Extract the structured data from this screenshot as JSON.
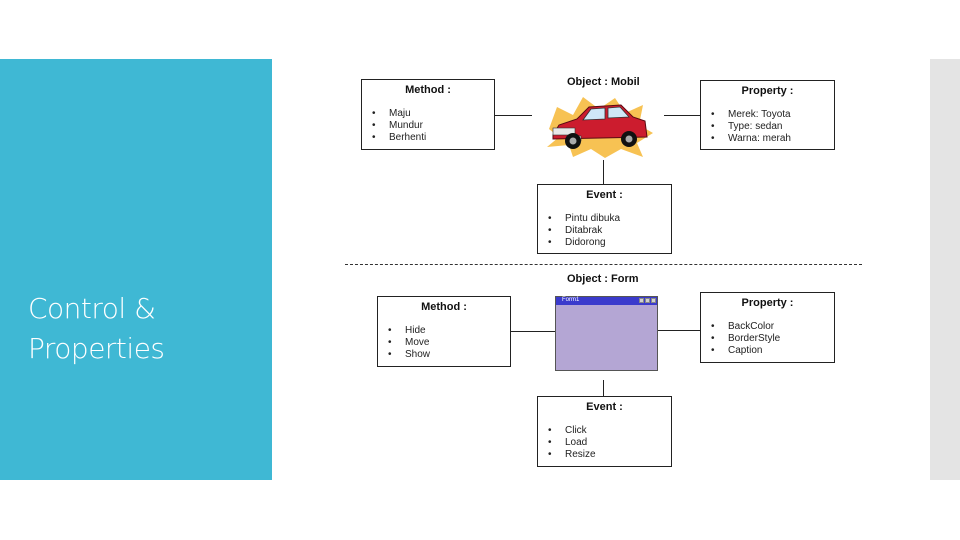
{
  "slide": {
    "title": "Control & Properties"
  },
  "colors": {
    "side_panel": "#3fb8d4",
    "right_strip": "#e4e4e4",
    "form_body": "#b4a6d4"
  },
  "top_diagram": {
    "object_label": "Object : Mobil",
    "method": {
      "title": "Method :",
      "items": [
        "Maju",
        "Mundur",
        "Berhenti"
      ]
    },
    "property": {
      "title": "Property :",
      "items": [
        "Merek: Toyota",
        "Type: sedan",
        "Warna: merah"
      ]
    },
    "event": {
      "title": "Event :",
      "items": [
        "Pintu dibuka",
        "Ditabrak",
        "Didorong"
      ]
    },
    "icon": "red-car-icon"
  },
  "bottom_diagram": {
    "object_label": "Object : Form",
    "method": {
      "title": "Method :",
      "items": [
        "Hide",
        "Move",
        "Show"
      ]
    },
    "property": {
      "title": "Property :",
      "items": [
        "BackColor",
        "BorderStyle",
        "Caption"
      ]
    },
    "event": {
      "title": "Event :",
      "items": [
        "Click",
        "Load",
        "Resize"
      ]
    },
    "form_window_title": "Form1",
    "icon": "form-window-icon"
  }
}
